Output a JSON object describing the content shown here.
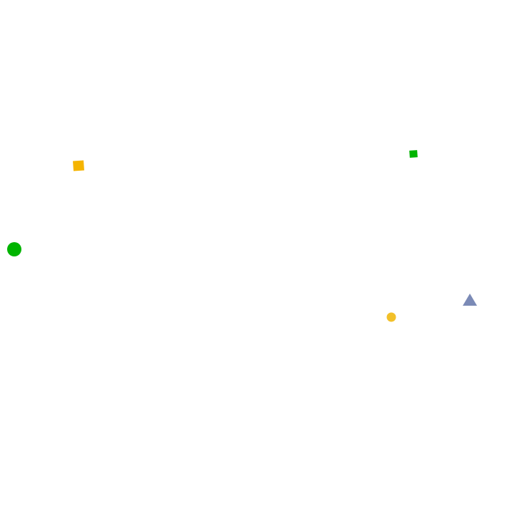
{
  "shapes": [
    {
      "name": "orange-square",
      "kind": "square",
      "color": "#F5B400"
    },
    {
      "name": "green-square",
      "kind": "square",
      "color": "#00B400"
    },
    {
      "name": "green-circle",
      "kind": "circle",
      "color": "#00B400"
    },
    {
      "name": "blue-triangle",
      "kind": "triangle",
      "color": "#7B8AB6"
    },
    {
      "name": "yellow-circle",
      "kind": "circle",
      "color": "#F2C029"
    }
  ]
}
